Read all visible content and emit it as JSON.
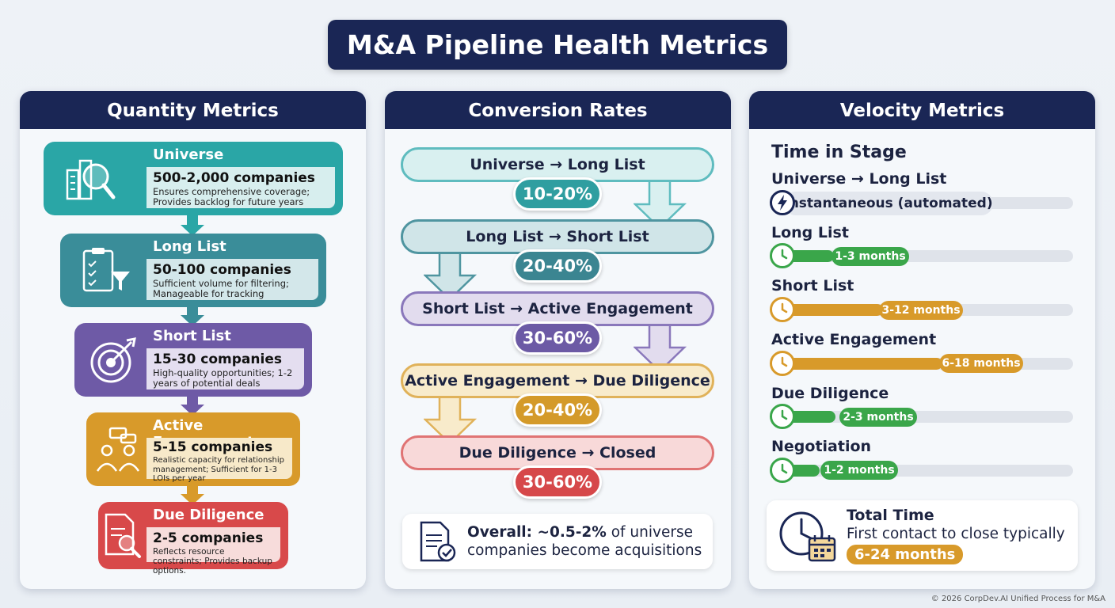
{
  "title": "M&A Pipeline Health Metrics",
  "quantity": {
    "heading": "Quantity Metrics",
    "stages": [
      {
        "name": "Universe",
        "count": "500-2,000 companies",
        "desc": "Ensures comprehensive coverage; Provides backlog for future years",
        "color": "#2aa6a6",
        "light": "#d7eeee",
        "icon": "search-buildings-icon"
      },
      {
        "name": "Long List",
        "count": "50-100 companies",
        "desc": "Sufficient volume for filtering; Manageable for tracking",
        "color": "#3a8d99",
        "light": "#d3e7ea",
        "icon": "clipboard-filter-icon"
      },
      {
        "name": "Short List",
        "count": "15-30 companies",
        "desc": "High-quality opportunities; 1-2 years of potential deals",
        "color": "#6e5aa6",
        "light": "#e4def0",
        "icon": "target-icon"
      },
      {
        "name": "Active Engagement",
        "count": "5-15 companies",
        "desc": "Realistic capacity for relationship management; Sufficient for 1-3 LOIs per year",
        "color": "#d89a2a",
        "light": "#f7e9c9",
        "icon": "meeting-icon"
      },
      {
        "name": "Due Diligence",
        "count": "2-5 companies",
        "desc": "Reflects resource constraints; Provides backup options.",
        "color": "#d8494a",
        "light": "#f7dcdb",
        "icon": "document-magnifier-icon"
      }
    ]
  },
  "conversion": {
    "heading": "Conversion Rates",
    "steps": [
      {
        "label": "Universe → Long List",
        "rate": "10-20%",
        "border": "#5fbcbf",
        "fill": "#d9f0f0",
        "pill": "#2f9ea0"
      },
      {
        "label": "Long List → Short List",
        "rate": "20-40%",
        "border": "#4f95a0",
        "fill": "#d0e5e8",
        "pill": "#3b8591"
      },
      {
        "label": "Short List → Active Engagement",
        "rate": "30-60%",
        "border": "#8a78bb",
        "fill": "#e2dcee",
        "pill": "#6c5aa5"
      },
      {
        "label": "Active Engagement → Due Diligence",
        "rate": "20-40%",
        "border": "#e0b25a",
        "fill": "#f8ebcb",
        "pill": "#d49a2a"
      },
      {
        "label": "Due Diligence → Closed",
        "rate": "30-60%",
        "border": "#e07474",
        "fill": "#f8d9d9",
        "pill": "#d6484a"
      }
    ],
    "overall_prefix": "Overall: ~0.5-2%",
    "overall_line1_rest": " of universe",
    "overall_line2": "companies become acquisitions",
    "overall_icon": "document-check-icon"
  },
  "velocity": {
    "heading": "Velocity Metrics",
    "subheading": "Time in Stage",
    "stages": [
      {
        "name": "Universe → Long List",
        "duration": "Instantaneous (automated)",
        "color": "#1a2655",
        "icon": "lightning-icon"
      },
      {
        "name": "Long List",
        "duration": "1-3 months",
        "color": "#3aa64a",
        "icon": "clock-icon"
      },
      {
        "name": "Short List",
        "duration": "3-12 months",
        "color": "#d89a2a",
        "icon": "clock-icon"
      },
      {
        "name": "Active Engagement",
        "duration": "6-18 months",
        "color": "#d89a2a",
        "icon": "clock-icon"
      },
      {
        "name": "Due Diligence",
        "duration": "2-3 months",
        "color": "#3aa64a",
        "icon": "clock-icon"
      },
      {
        "name": "Negotiation",
        "duration": "1-2 months",
        "color": "#3aa64a",
        "icon": "clock-icon"
      }
    ],
    "total_title": "Total Time",
    "total_desc": "First contact to close typically",
    "total_value": "6-24 months",
    "total_icon": "clock-calendar-icon"
  },
  "footer": "© 2026 CorpDev.AI Unified Process for M&A"
}
